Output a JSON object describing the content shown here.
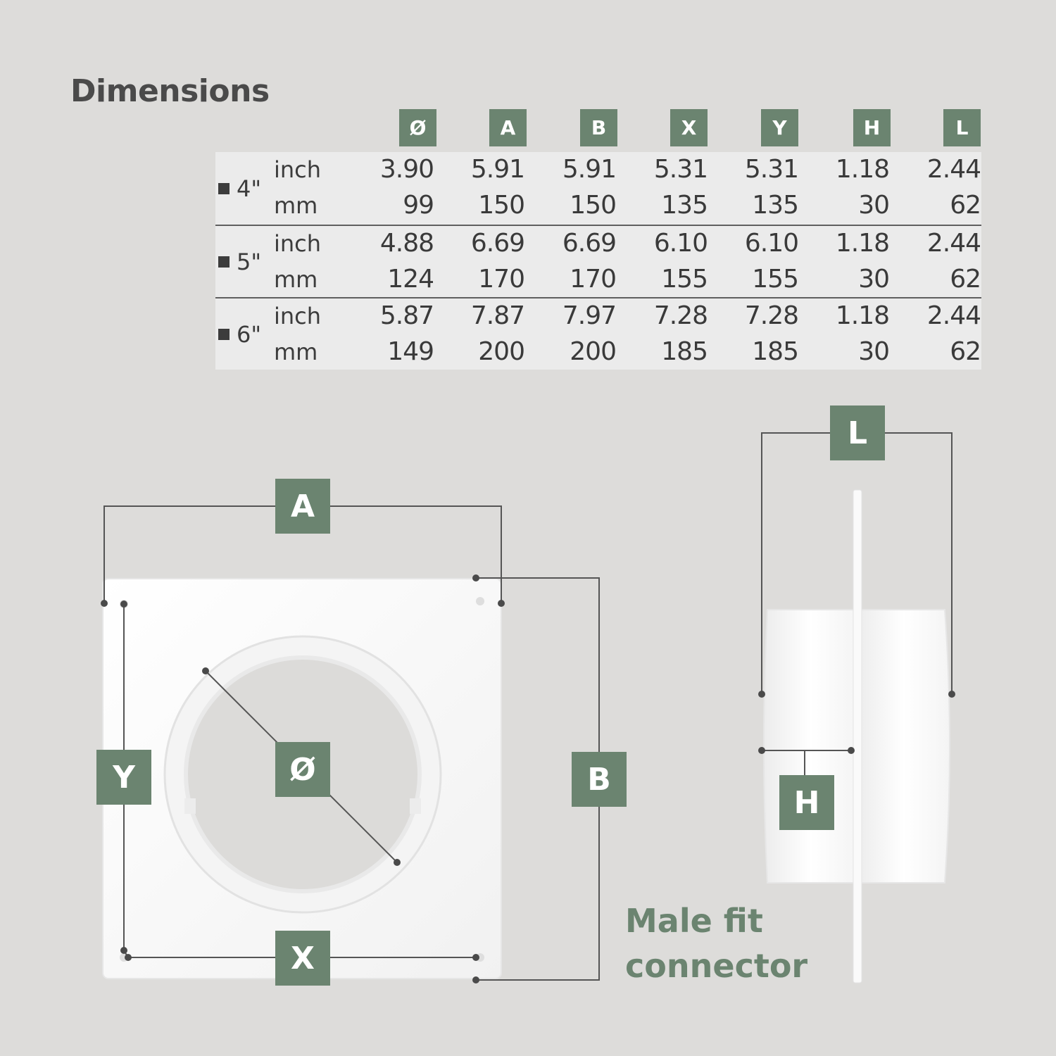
{
  "title": "Dimensions",
  "columns": [
    "Ø",
    "A",
    "B",
    "X",
    "Y",
    "H",
    "L"
  ],
  "groups": [
    {
      "size": "4\"",
      "rows": [
        {
          "unit": "inch",
          "values": [
            "3.90",
            "5.91",
            "5.91",
            "5.31",
            "5.31",
            "1.18",
            "2.44"
          ]
        },
        {
          "unit": "mm",
          "values": [
            "99",
            "150",
            "150",
            "135",
            "135",
            "30",
            "62"
          ]
        }
      ]
    },
    {
      "size": "5\"",
      "rows": [
        {
          "unit": "inch",
          "values": [
            "4.88",
            "6.69",
            "6.69",
            "6.10",
            "6.10",
            "1.18",
            "2.44"
          ]
        },
        {
          "unit": "mm",
          "values": [
            "124",
            "170",
            "170",
            "155",
            "155",
            "30",
            "62"
          ]
        }
      ]
    },
    {
      "size": "6\"",
      "rows": [
        {
          "unit": "inch",
          "values": [
            "5.87",
            "7.87",
            "7.97",
            "7.28",
            "7.28",
            "1.18",
            "2.44"
          ]
        },
        {
          "unit": "mm",
          "values": [
            "149",
            "200",
            "200",
            "185",
            "185",
            "30",
            "62"
          ]
        }
      ]
    }
  ],
  "diagram_labels": {
    "diameter": "Ø",
    "a": "A",
    "b": "B",
    "x": "X",
    "y": "Y",
    "h": "H",
    "l": "L"
  },
  "caption": {
    "line1": "Male fit",
    "line2": "connector"
  },
  "colors": {
    "accent": "#6b8470",
    "background": "#dddcda",
    "line": "#555555"
  }
}
